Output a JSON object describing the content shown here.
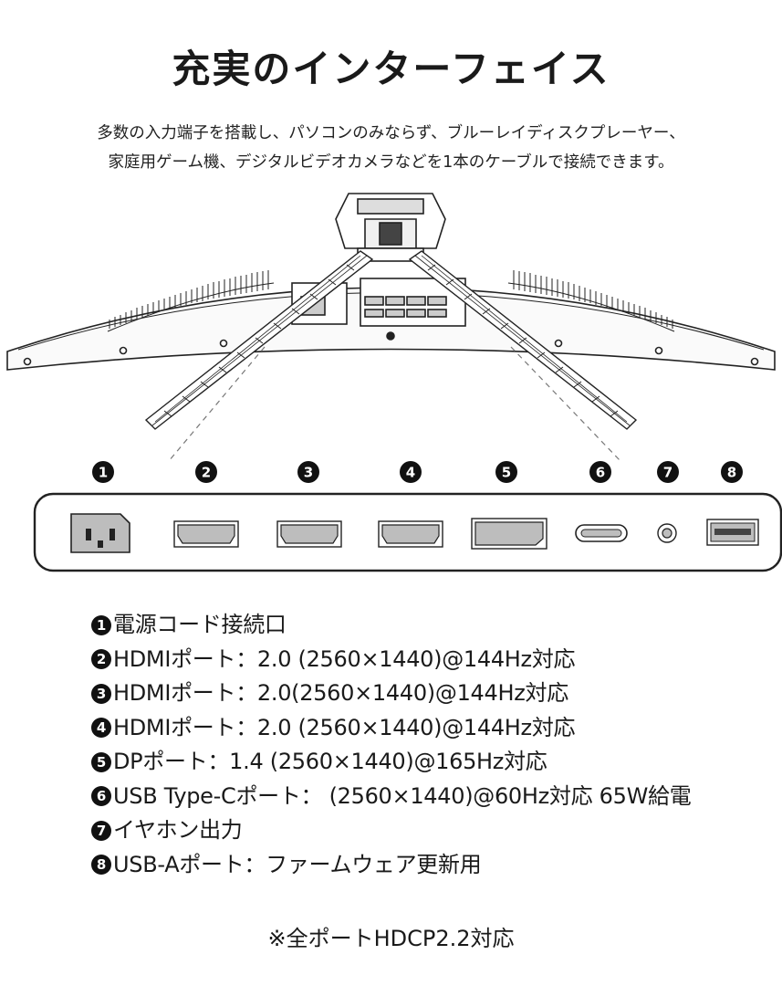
{
  "title": "充実のインターフェイス",
  "description": [
    "多数の入力端子を搭載し、パソコンのみならず、ブルーレイディスクプレーヤー、",
    "家庭用ゲーム機、デジタルビデオカメラなどを1本のケーブルで接続できます。"
  ],
  "colors": {
    "text": "#1a1a1a",
    "port_fill": "#bdbdbd",
    "panel_border": "#222222"
  },
  "ports": [
    {
      "number": "1",
      "icon": "power-socket-icon"
    },
    {
      "number": "2",
      "icon": "hdmi-port-icon"
    },
    {
      "number": "3",
      "icon": "hdmi-port-icon"
    },
    {
      "number": "4",
      "icon": "hdmi-port-icon"
    },
    {
      "number": "5",
      "icon": "displayport-icon"
    },
    {
      "number": "6",
      "icon": "usb-c-port-icon"
    },
    {
      "number": "7",
      "icon": "audio-jack-icon"
    },
    {
      "number": "8",
      "icon": "usb-a-port-icon"
    }
  ],
  "specs": [
    {
      "number": "1",
      "text": "電源コード接続口"
    },
    {
      "number": "2",
      "text": "HDMIポート：2.0 (2560×1440)@144Hz対応"
    },
    {
      "number": "3",
      "text": "HDMIポート：2.0(2560×1440)@144Hz対応"
    },
    {
      "number": "4",
      "text": "HDMIポート：2.0 (2560×1440)@144Hz対応"
    },
    {
      "number": "5",
      "text": "DPポート：1.4 (2560×1440)@165Hz対応"
    },
    {
      "number": "6",
      "text": "USB Type-Cポート： (2560×1440)@60Hz対応 65W給電"
    },
    {
      "number": "7",
      "text": "イヤホン出力"
    },
    {
      "number": "8",
      "text": "USB-Aポート：ファームウェア更新用"
    }
  ],
  "note": "※全ポートHDCP2.2対応"
}
